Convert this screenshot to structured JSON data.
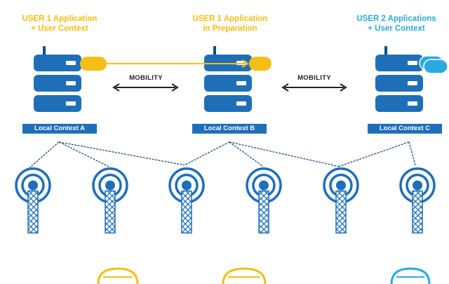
{
  "headers": [
    {
      "line1": "USER 1 Application",
      "line2": "+ User Context",
      "color": "#f5be14"
    },
    {
      "line1": "USER 1 Application",
      "line2": "in Preparation",
      "color": "#f5be14"
    },
    {
      "line1": "USER 2 Applications",
      "line2": "+ User Context",
      "color": "#29a9e0"
    }
  ],
  "contexts": [
    "Local Context A",
    "Local Context B",
    "Local Context C"
  ],
  "mobility": [
    "MOBILITY",
    "MOBILITY"
  ],
  "colors": {
    "server_blue": "#1f6fb8",
    "server_dark": "#0e4c8a",
    "app_yellow": "#f5be14",
    "app_blue": "#29a9e0",
    "tower_blue": "#1f6fb8"
  }
}
